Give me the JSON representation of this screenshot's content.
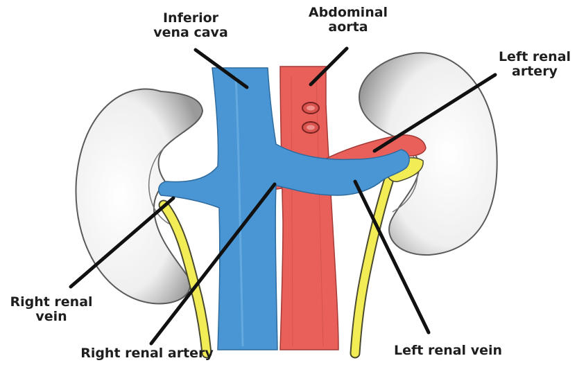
{
  "labels": {
    "ivc": [
      "Inferior",
      "vena cava"
    ],
    "aorta": [
      "Abdominal",
      "aorta"
    ],
    "left_renal_artery": [
      "Left renal",
      "artery"
    ],
    "right_renal_vein": [
      "Right renal",
      "vein"
    ],
    "right_renal_artery": "Right renal artery",
    "left_renal_vein": "Left renal vein"
  },
  "colors": {
    "vein": "#4a96d4",
    "artery": "#e9605b",
    "ureter": "#f2ec55",
    "kidney_fill": "#f4f4f4",
    "kidney_outline": "#5a5a5a",
    "leader_line": "#111111",
    "text": "#1e1e1e"
  }
}
